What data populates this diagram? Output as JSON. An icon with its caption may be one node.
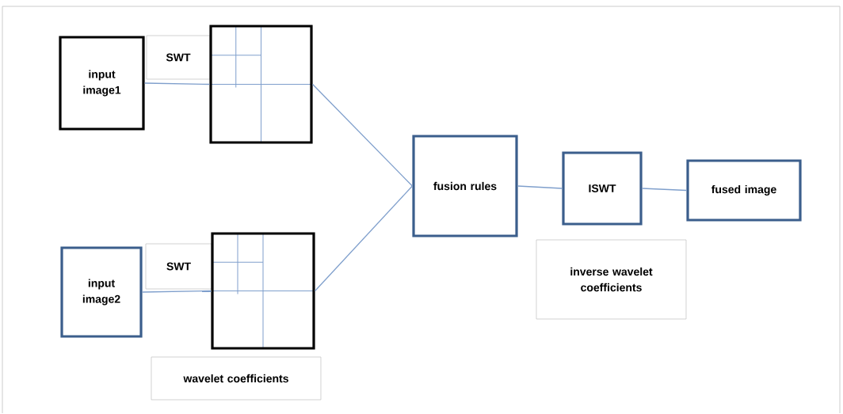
{
  "diagram": {
    "nodes": [
      {
        "text": [
          "input image1"
        ]
      },
      {
        "text": [
          "SWT"
        ]
      },
      {
        "text": [],
        "shape": "box"
      },
      {
        "text": [
          "fusion rules"
        ]
      },
      {
        "text": [
          "ISWT"
        ]
      },
      {
        "text": [
          "fused image"
        ]
      },
      {
        "text": [
          "input image2"
        ]
      },
      {
        "text": [
          "SWT"
        ]
      },
      {
        "text": [],
        "shape": "box"
      },
      {
        "text": [
          "inverse wavelet coefficients"
        ]
      },
      {
        "text": [
          "wavelet coefficients"
        ]
      }
    ],
    "edges": [
      {
        "from": 0,
        "to": 2,
        "arrow": "none"
      },
      {
        "from": 2,
        "to": 3,
        "arrow": "none"
      },
      {
        "from": 6,
        "to": 8,
        "arrow": "none"
      },
      {
        "from": 8,
        "to": 3,
        "arrow": "none"
      },
      {
        "from": 3,
        "to": 4,
        "arrow": "none"
      },
      {
        "from": 4,
        "to": 5,
        "arrow": "none"
      }
    ]
  }
}
